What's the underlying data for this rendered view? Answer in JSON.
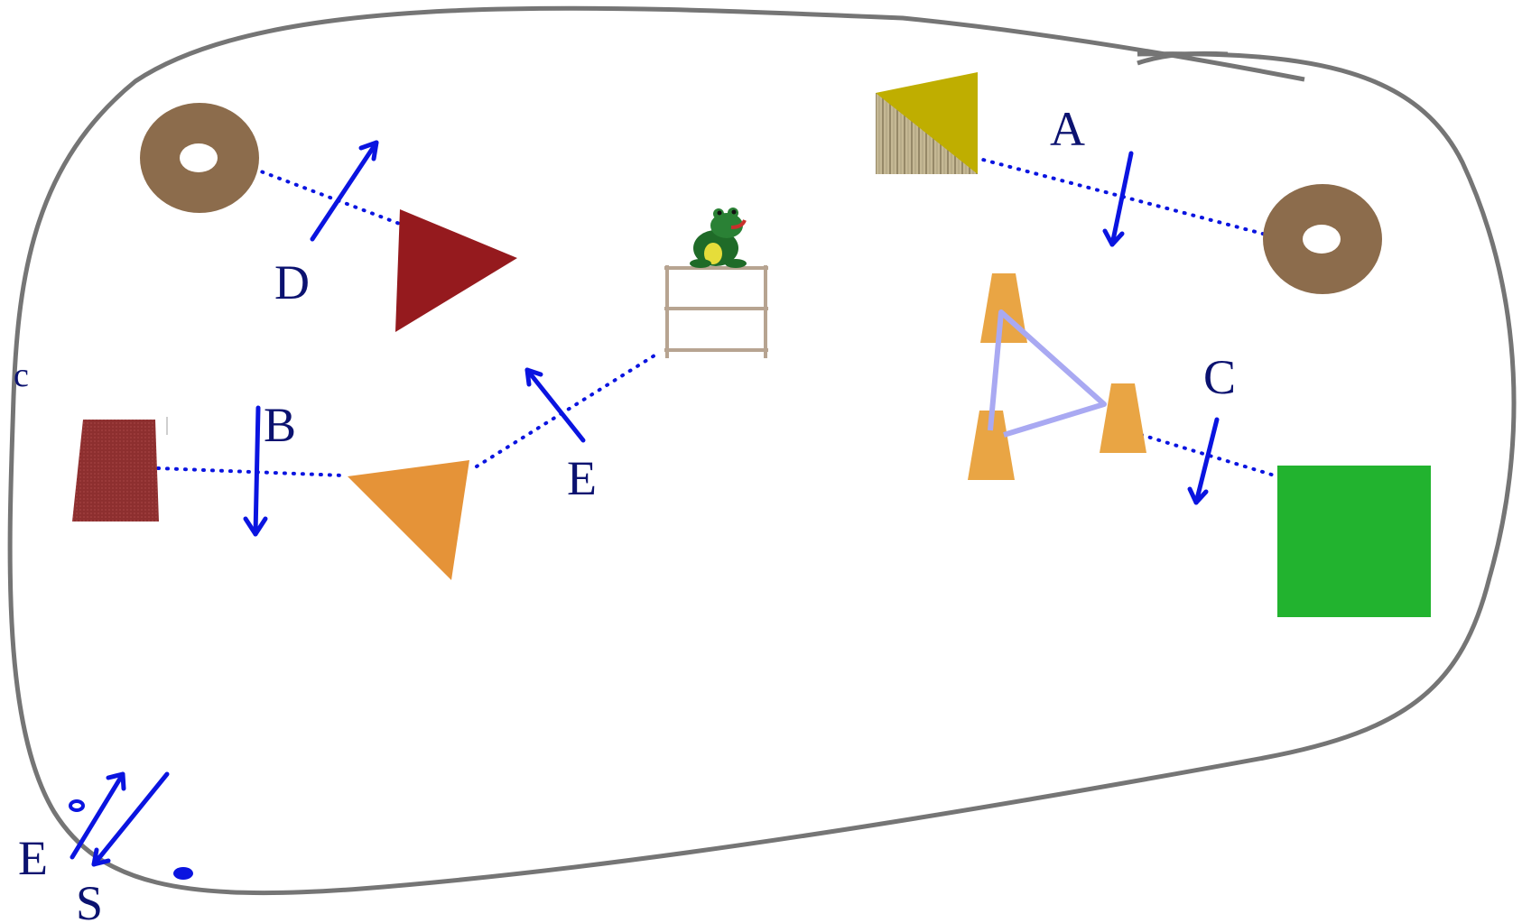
{
  "course": {
    "colors": {
      "boundary": "#757575",
      "path": "#0a14e0",
      "arrow": "#0a14e0",
      "label": "#0b1270",
      "triangle_link": "#a9a9f2"
    },
    "obstacles": [
      {
        "name": "tire-obstacle-top-left",
        "kind": "tire",
        "color": "#8c6c4c"
      },
      {
        "name": "tire-obstacle-right",
        "kind": "tire",
        "color": "#8c6c4c"
      },
      {
        "name": "triangle-obstacle-red",
        "kind": "triangle",
        "color": "#951a1e"
      },
      {
        "name": "triangle-obstacle-orange",
        "kind": "triangle",
        "color": "#e59338"
      },
      {
        "name": "triangle-obstacle-yellow",
        "kind": "triangle",
        "color": "#bfae00"
      },
      {
        "name": "fence-panel",
        "kind": "fence",
        "color": "#b8aa86"
      },
      {
        "name": "red-bin",
        "kind": "bin",
        "color": "#8c2e2e"
      },
      {
        "name": "green-square",
        "kind": "square",
        "color": "#22b32f"
      },
      {
        "name": "shelf-with-frog",
        "kind": "shelf",
        "color": "#c9b9a8"
      },
      {
        "name": "cone-group",
        "kind": "cones",
        "color": "#e9a544"
      }
    ],
    "labels": {
      "A": "A",
      "B": "B",
      "C": "C",
      "C_small": "c",
      "D": "D",
      "E": "E",
      "E_start": "E",
      "S": "S"
    }
  }
}
